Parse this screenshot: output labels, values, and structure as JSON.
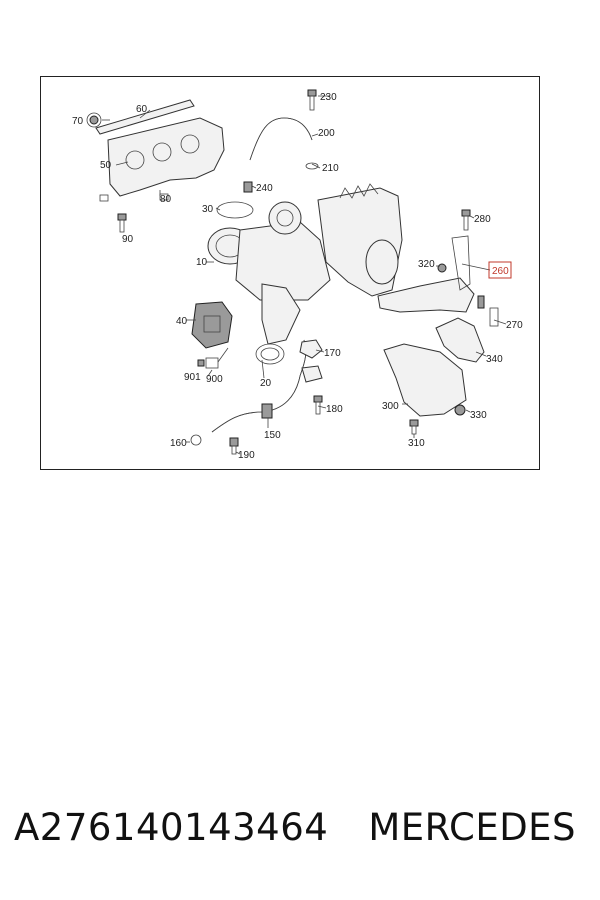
{
  "diagram": {
    "callouts": {
      "c10": "10",
      "c20": "20",
      "c30": "30",
      "c40": "40",
      "c50": "50",
      "c60": "60",
      "c70": "70",
      "c80": "80",
      "c90": "90",
      "c150": "150",
      "c160": "160",
      "c170": "170",
      "c180": "180",
      "c190": "190",
      "c200": "200",
      "c210": "210",
      "c230": "230",
      "c240": "240",
      "c260": "260",
      "c270": "270",
      "c280": "280",
      "c300": "300",
      "c310": "310",
      "c320": "320",
      "c330": "330",
      "c340": "340",
      "c900": "900",
      "c901": "901"
    },
    "highlighted_callout": "260",
    "highlight_color": "#c0392b"
  },
  "footer": {
    "part_number": "A276140143464",
    "brand": "MERCEDES"
  }
}
